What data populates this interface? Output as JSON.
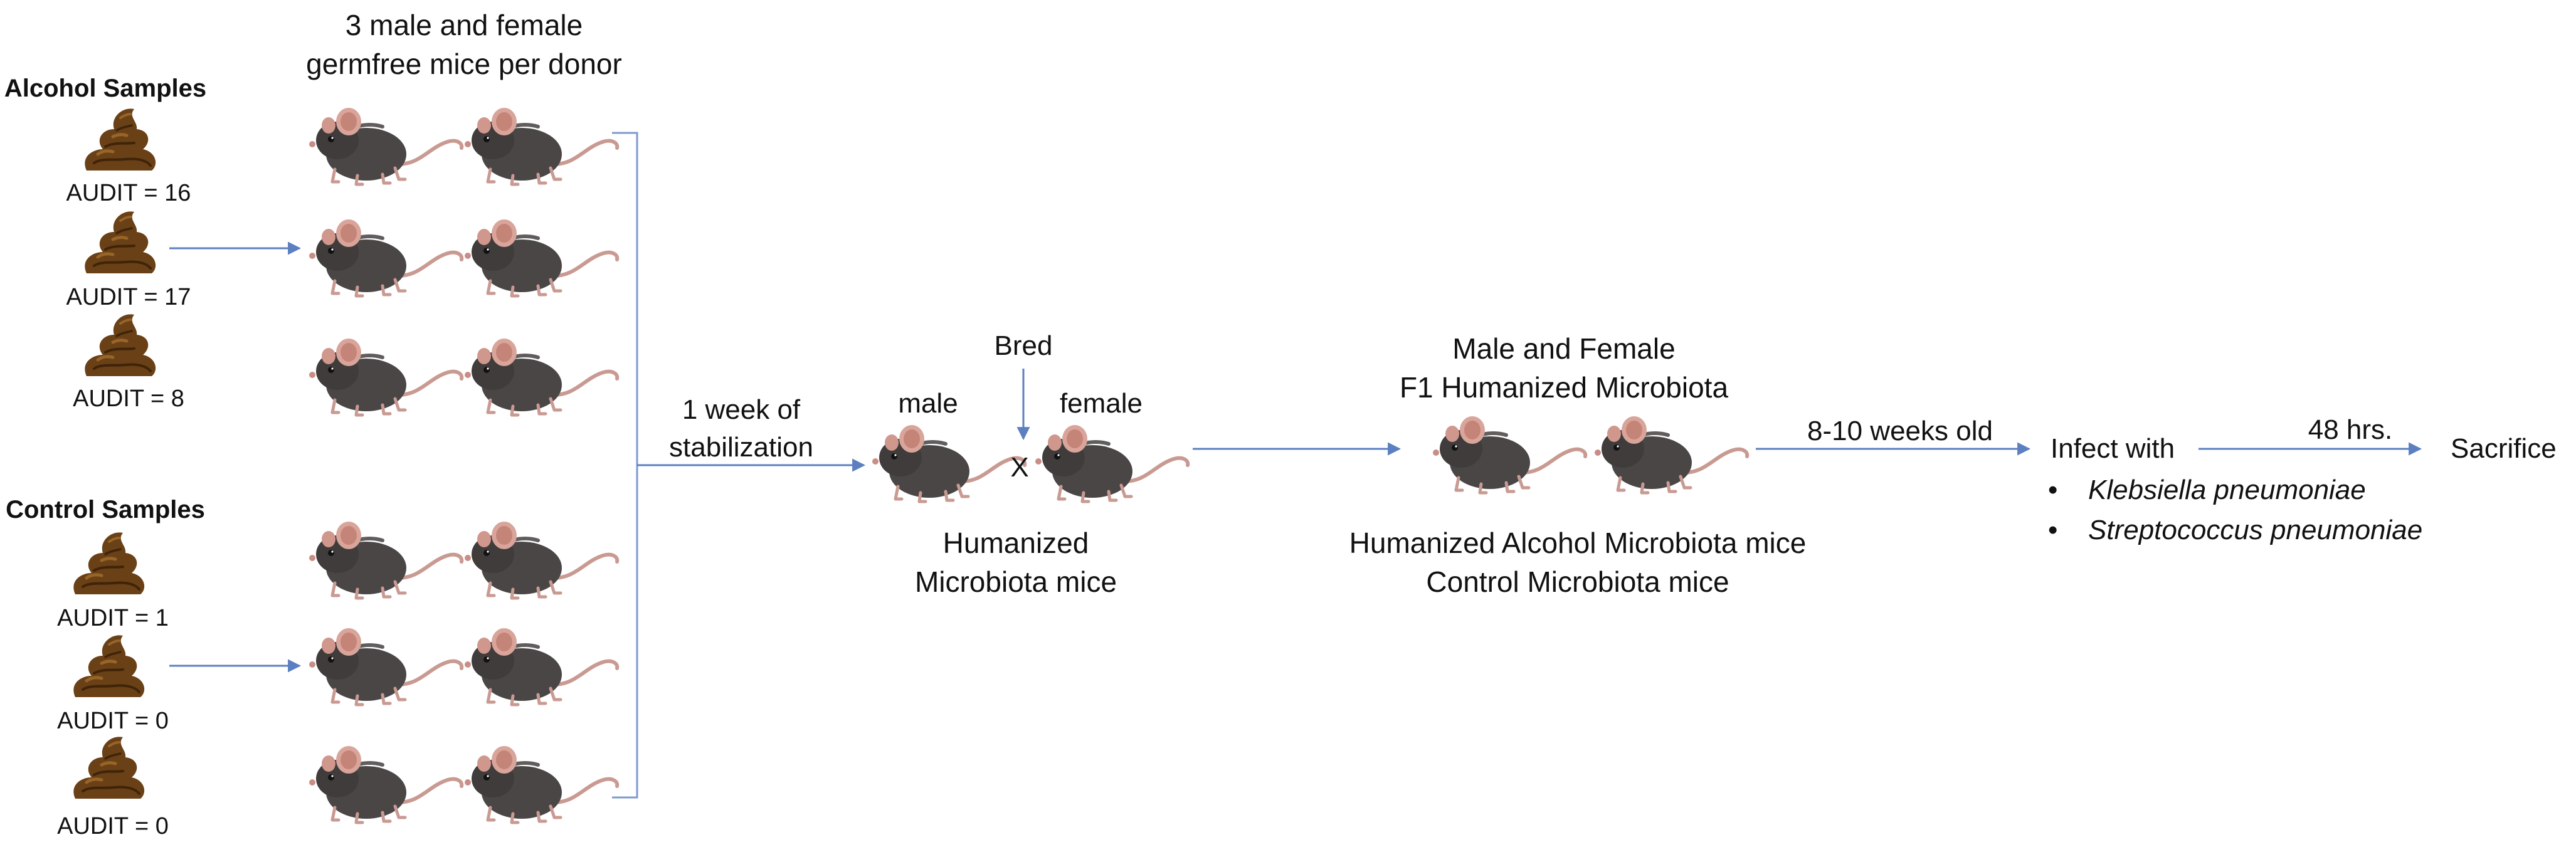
{
  "colors": {
    "arrow": "#5b7fc0",
    "bracket": "#7f9ad0",
    "text": "#111111",
    "poop_dark": "#5a3612",
    "poop_light": "#9a6326",
    "mouse_body": "#4a4646",
    "mouse_dark": "#2e2b2b",
    "mouse_ear": "#d9a59b",
    "mouse_tail": "#c99a92"
  },
  "icons": {
    "sample": "poop-icon",
    "animal": "mouse-icon"
  },
  "header": {
    "line1": "3 male and female",
    "line2": "germfree mice per donor"
  },
  "alcohol": {
    "heading": "Alcohol Samples",
    "samples": [
      "AUDIT = 16",
      "AUDIT = 17",
      "AUDIT = 8"
    ]
  },
  "control": {
    "heading": "Control Samples",
    "samples": [
      "AUDIT = 1",
      "AUDIT = 0",
      "AUDIT = 0"
    ]
  },
  "stabilization": {
    "line1": "1 week of",
    "line2": "stabilization"
  },
  "breeding": {
    "bred_label": "Bred",
    "male_label": "male",
    "female_label": "female",
    "cross_symbol": "X",
    "result_line1": "Humanized",
    "result_line2": "Microbiota mice"
  },
  "f1": {
    "line1": "Male and Female",
    "line2": "F1 Humanized Microbiota",
    "bottom1": "Humanized Alcohol Microbiota mice",
    "bottom2": "Control Microbiota mice"
  },
  "age_label": "8-10 weeks old",
  "infection": {
    "heading": "Infect with",
    "duration": "48 hrs.",
    "pathogens": [
      "Klebsiella pneumoniae",
      "Streptococcus pneumoniae"
    ],
    "bullet": "•"
  },
  "endpoint": "Sacrifice"
}
